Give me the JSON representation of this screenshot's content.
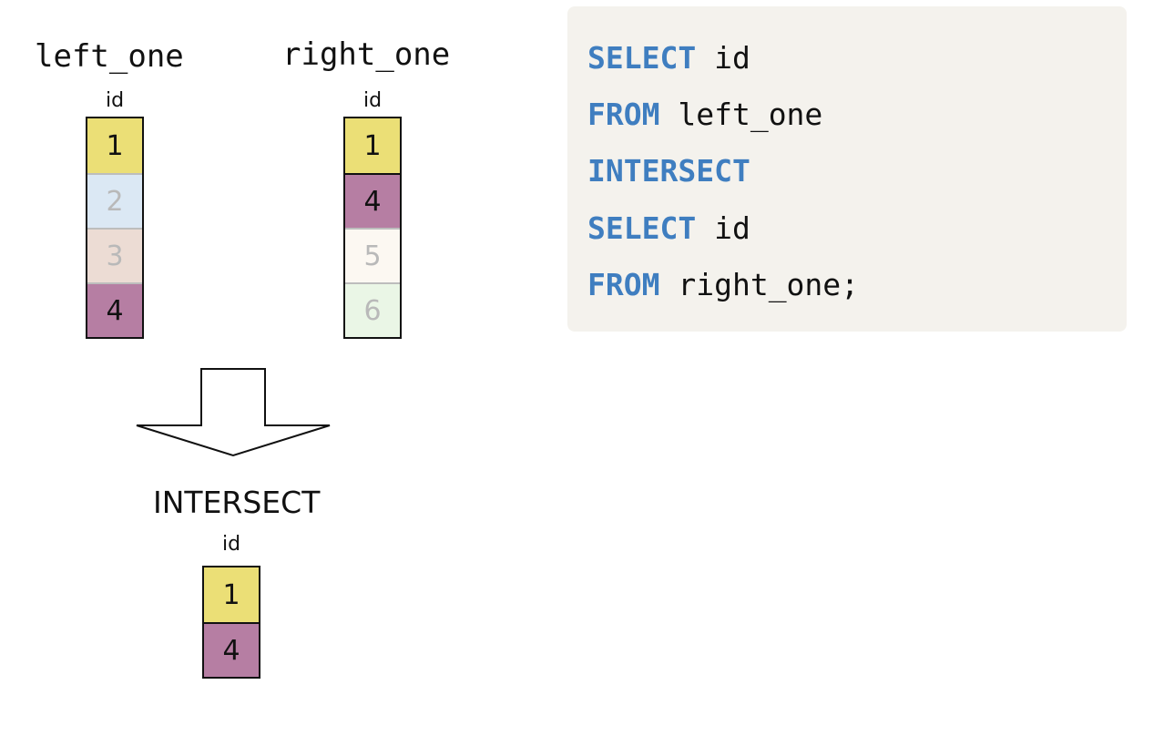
{
  "diagram": {
    "left_table": {
      "name": "left_one",
      "column": "id",
      "rows": [
        {
          "value": "1",
          "color": "#ebdf76",
          "state": "match"
        },
        {
          "value": "2",
          "color": "#dbe8f4",
          "state": "faded"
        },
        {
          "value": "3",
          "color": "#ecdcd4",
          "state": "faded"
        },
        {
          "value": "4",
          "color": "#b67ea3",
          "state": "match"
        }
      ]
    },
    "right_table": {
      "name": "right_one",
      "column": "id",
      "rows": [
        {
          "value": "1",
          "color": "#ebdf76",
          "state": "match"
        },
        {
          "value": "4",
          "color": "#b67ea3",
          "state": "match"
        },
        {
          "value": "5",
          "color": "#fcf8f2",
          "state": "faded"
        },
        {
          "value": "6",
          "color": "#eaf6e6",
          "state": "faded"
        }
      ]
    },
    "arrow_icon": "down-arrow-icon",
    "result_table": {
      "name": "INTERSECT",
      "column": "id",
      "rows": [
        {
          "value": "1",
          "color": "#ebdf76",
          "state": "match"
        },
        {
          "value": "4",
          "color": "#b67ea3",
          "state": "match"
        }
      ]
    }
  },
  "code": {
    "keyword_color": "#3f7ec0",
    "background": "#f4f2ed",
    "lines": [
      {
        "keyword": "SELECT",
        "rest": " id"
      },
      {
        "keyword": "FROM",
        "rest": " left_one"
      },
      {
        "keyword": "INTERSECT",
        "rest": ""
      },
      {
        "keyword": "SELECT",
        "rest": " id"
      },
      {
        "keyword": "FROM",
        "rest": " right_one;"
      }
    ]
  }
}
